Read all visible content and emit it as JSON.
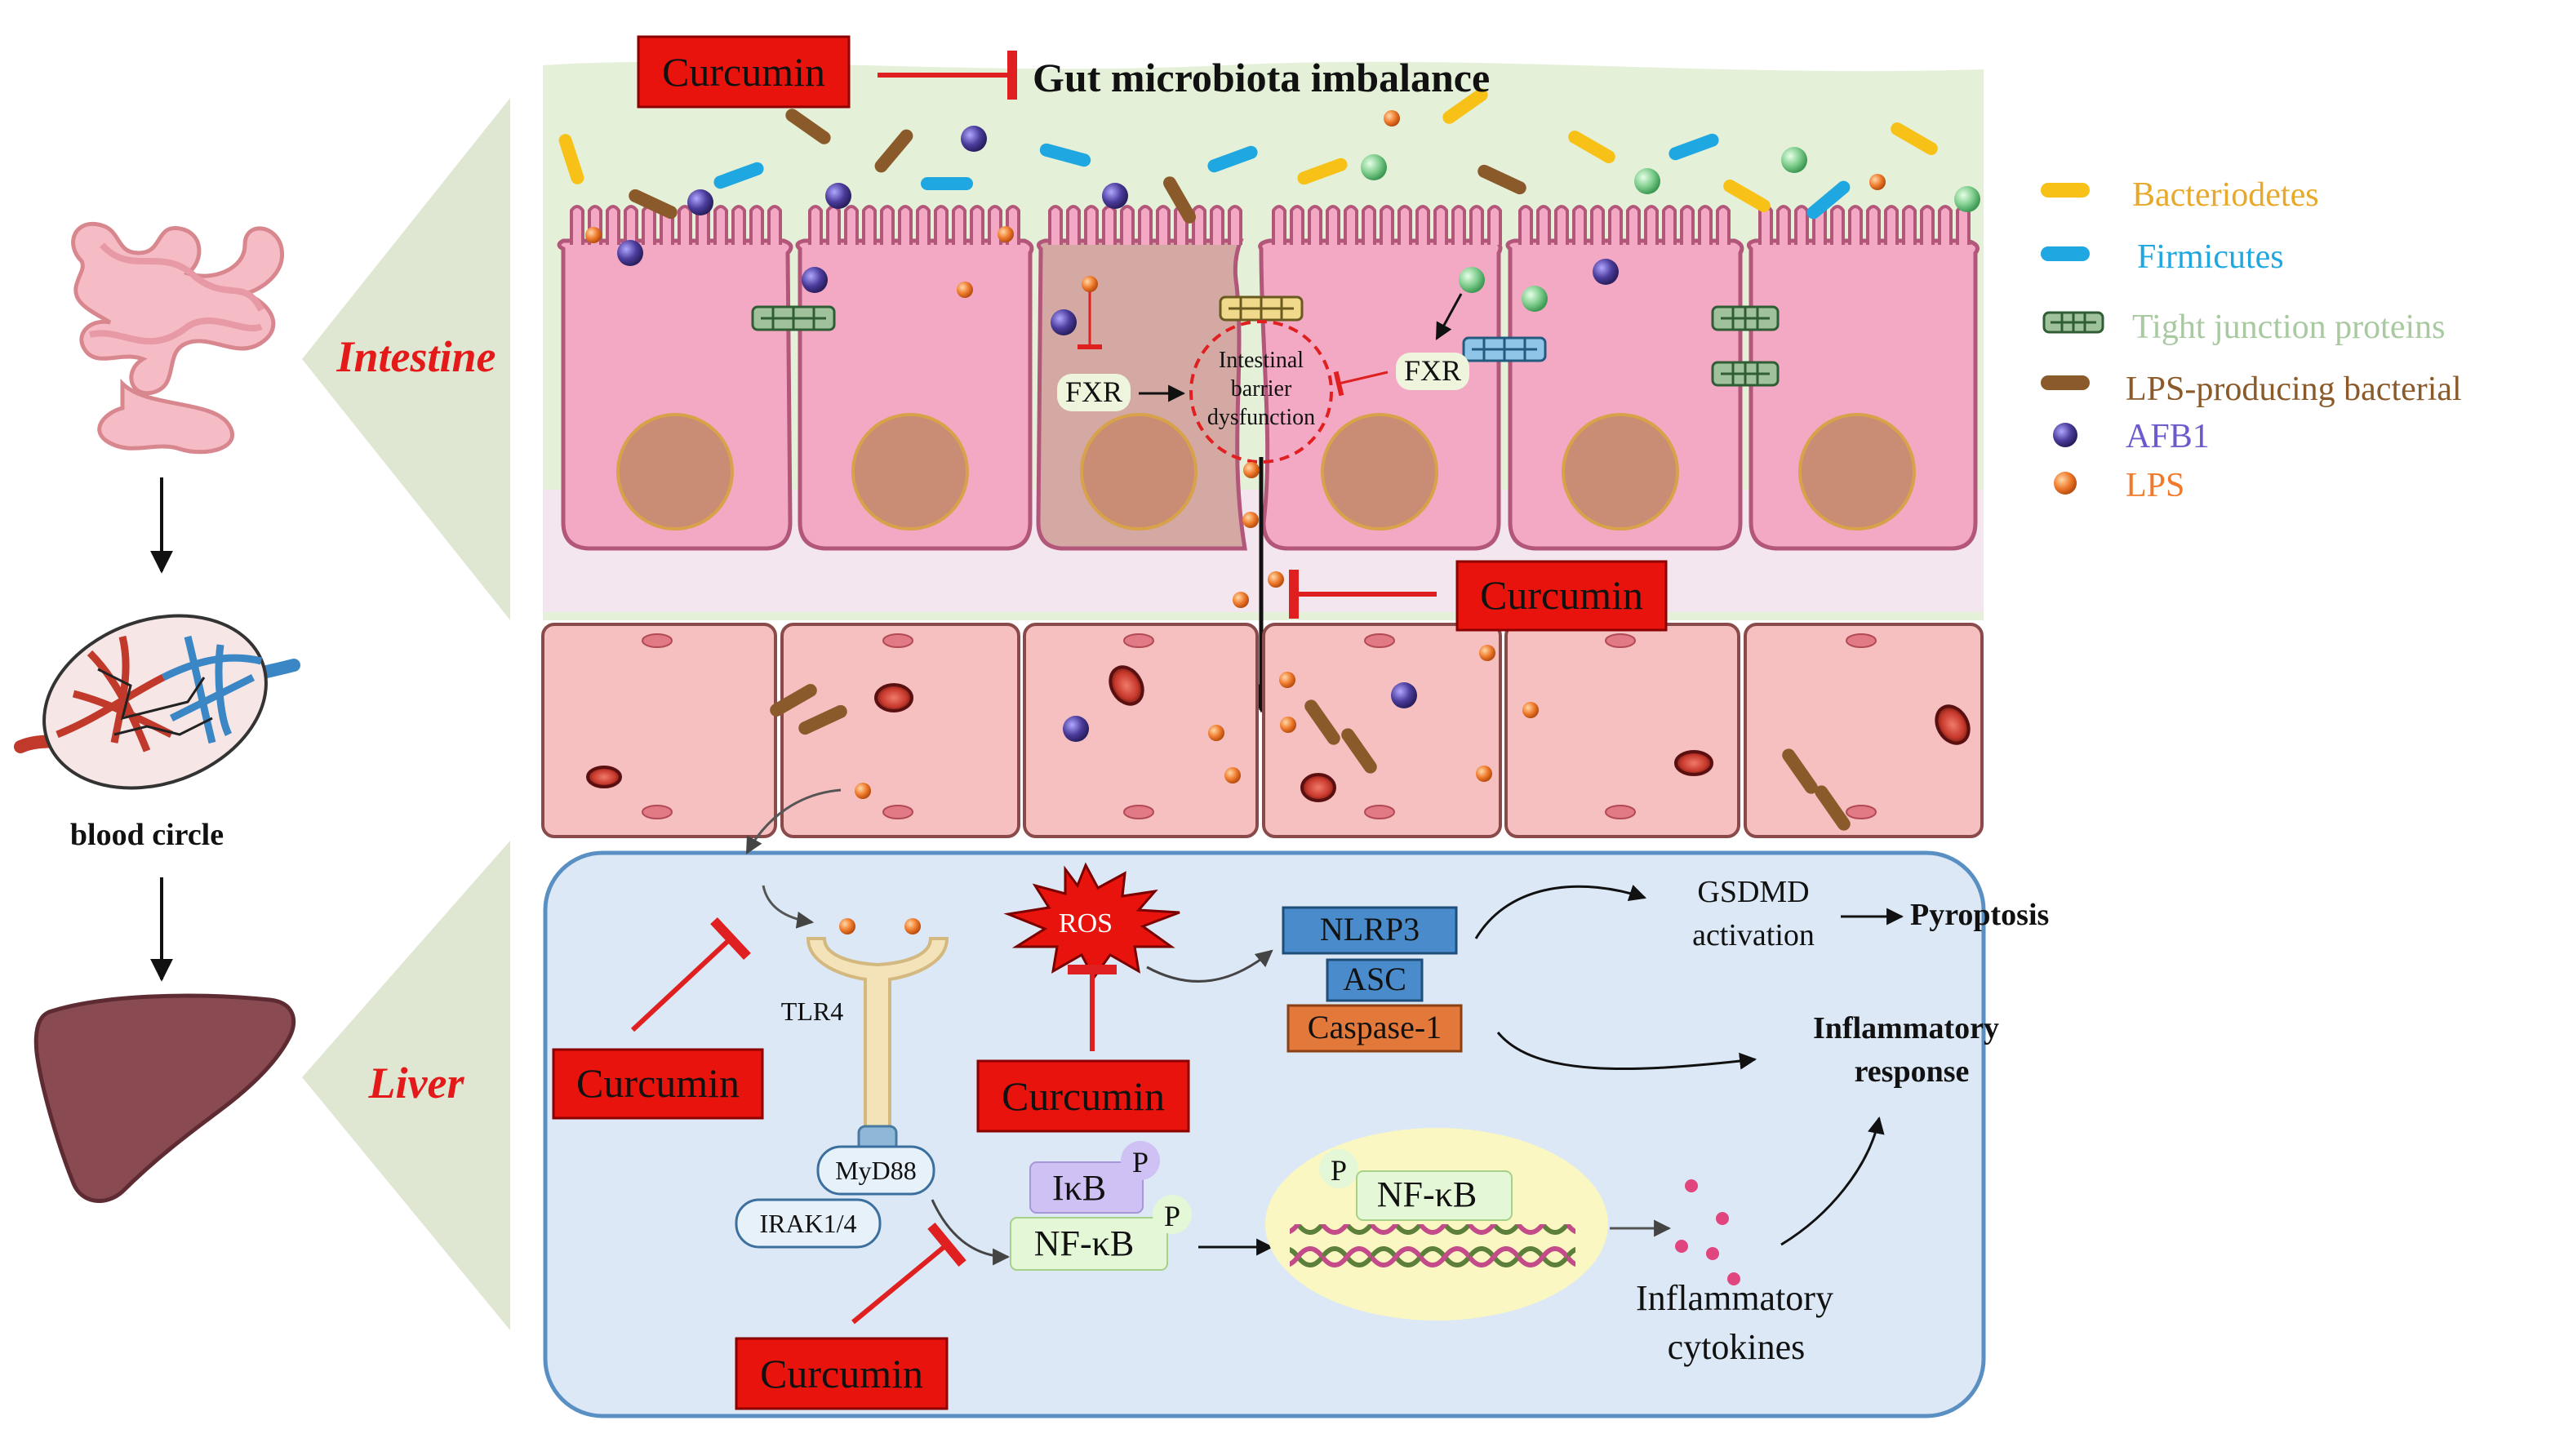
{
  "organs": {
    "intestine_label": "Intestine",
    "blood_label": "blood circle",
    "liver_label": "Liver"
  },
  "top": {
    "curcumin": "Curcumin",
    "gut_title": "Gut microbiota imbalance"
  },
  "intestine": {
    "fxr_left": "FXR",
    "fxr_right": "FXR",
    "barrier_line1": "Intestinal",
    "barrier_line2": "barrier",
    "barrier_line3": "dysfunction",
    "curcumin_barrier": "Curcumin"
  },
  "legend": {
    "items": [
      {
        "label": "Bacteriodetes",
        "color": "#f7c118",
        "icon": "yellow-dash"
      },
      {
        "label": "Firmicutes",
        "color": "#1fa7e1",
        "icon": "blue-dash"
      },
      {
        "label": "Tight junction proteins",
        "color": "#a9c9a1",
        "icon": "tight-junction-icon"
      },
      {
        "label": "LPS-producing bacterial",
        "color": "#8b5a2b",
        "icon": "brown-dash"
      },
      {
        "label": "AFB1",
        "color": "#6a5acd",
        "icon": "purple-ball"
      },
      {
        "label": "LPS",
        "color": "#f07a2a",
        "icon": "orange-ball"
      }
    ]
  },
  "liver": {
    "tlr4": "TLR4",
    "myd88": "MyD88",
    "irak": "IRAK1/4",
    "ros": "ROS",
    "nlrp3": "NLRP3",
    "asc": "ASC",
    "caspase": "Caspase-1",
    "gsdmd_line1": "GSDMD",
    "gsdmd_line2": "activation",
    "pyroptosis": "Pyroptosis",
    "inflam_line1": "Inflammatory",
    "inflam_line2": "response",
    "ikb": "IκB",
    "p": "P",
    "nfkb": "NF-κB",
    "cytokines_line1": "Inflammatory",
    "cytokines_line2": "cytokines",
    "curcumin_tlr4": "Curcumin",
    "curcumin_ros": "Curcumin",
    "curcumin_nfkb": "Curcumin"
  },
  "colors": {
    "curcumin_red": "#e8130c",
    "inhibit_red": "#e02020",
    "intestine_green": "#e4f0d8",
    "cell_pink": "#f3a9c3",
    "nucleus": "#c98c74",
    "vessel": "#f6bfc0",
    "liver_bg": "#dce8f6",
    "liver_border": "#5a8fc4",
    "nlrp3_blue": "#4a8ccb",
    "caspase_orange": "#e2793b",
    "nfkb_green": "#e4f7d7",
    "ikb_purple": "#cfc1f3"
  }
}
